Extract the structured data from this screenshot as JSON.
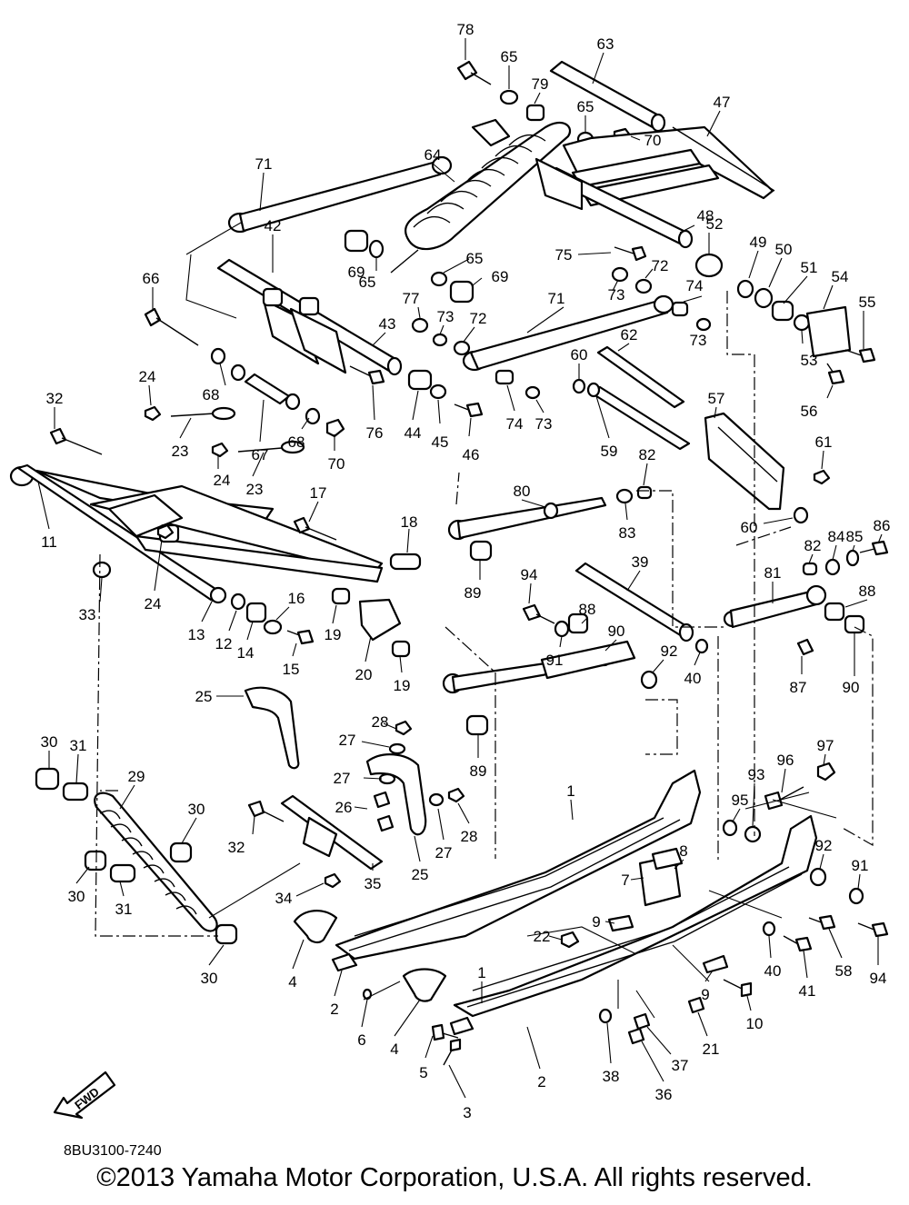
{
  "diagram": {
    "labels": [
      {
        "id": "78",
        "text": "78"
      },
      {
        "id": "65a",
        "text": "65"
      },
      {
        "id": "63",
        "text": "63"
      },
      {
        "id": "79",
        "text": "79"
      },
      {
        "id": "65b",
        "text": "65"
      },
      {
        "id": "70a",
        "text": "70"
      },
      {
        "id": "47",
        "text": "47"
      },
      {
        "id": "71a",
        "text": "71"
      },
      {
        "id": "64",
        "text": "64"
      },
      {
        "id": "48",
        "text": "48"
      },
      {
        "id": "52",
        "text": "52"
      },
      {
        "id": "42",
        "text": "42"
      },
      {
        "id": "69a",
        "text": "69"
      },
      {
        "id": "65c",
        "text": "65"
      },
      {
        "id": "75",
        "text": "75"
      },
      {
        "id": "65d",
        "text": "65"
      },
      {
        "id": "69b",
        "text": "69"
      },
      {
        "id": "72a",
        "text": "72"
      },
      {
        "id": "49",
        "text": "49"
      },
      {
        "id": "50",
        "text": "50"
      },
      {
        "id": "51",
        "text": "51"
      },
      {
        "id": "54",
        "text": "54"
      },
      {
        "id": "55",
        "text": "55"
      },
      {
        "id": "66",
        "text": "66"
      },
      {
        "id": "73a",
        "text": "73"
      },
      {
        "id": "74a",
        "text": "74"
      },
      {
        "id": "77",
        "text": "77"
      },
      {
        "id": "73b",
        "text": "73"
      },
      {
        "id": "72b",
        "text": "72"
      },
      {
        "id": "71b",
        "text": "71"
      },
      {
        "id": "43",
        "text": "43"
      },
      {
        "id": "73c",
        "text": "73"
      },
      {
        "id": "53",
        "text": "53"
      },
      {
        "id": "62",
        "text": "62"
      },
      {
        "id": "60a",
        "text": "60"
      },
      {
        "id": "68a",
        "text": "68"
      },
      {
        "id": "56",
        "text": "56"
      },
      {
        "id": "24a",
        "text": "24"
      },
      {
        "id": "76",
        "text": "76"
      },
      {
        "id": "44",
        "text": "44"
      },
      {
        "id": "45",
        "text": "45"
      },
      {
        "id": "46",
        "text": "46"
      },
      {
        "id": "74b",
        "text": "74"
      },
      {
        "id": "73d",
        "text": "73"
      },
      {
        "id": "57",
        "text": "57"
      },
      {
        "id": "32a",
        "text": "32"
      },
      {
        "id": "67",
        "text": "67"
      },
      {
        "id": "68b",
        "text": "68"
      },
      {
        "id": "70b",
        "text": "70"
      },
      {
        "id": "59",
        "text": "59"
      },
      {
        "id": "61",
        "text": "61"
      },
      {
        "id": "23a",
        "text": "23"
      },
      {
        "id": "24b",
        "text": "24"
      },
      {
        "id": "23b",
        "text": "23"
      },
      {
        "id": "82a",
        "text": "82"
      },
      {
        "id": "80",
        "text": "80"
      },
      {
        "id": "83",
        "text": "83"
      },
      {
        "id": "17",
        "text": "17"
      },
      {
        "id": "11",
        "text": "11"
      },
      {
        "id": "18",
        "text": "18"
      },
      {
        "id": "60b",
        "text": "60"
      },
      {
        "id": "85",
        "text": "85"
      },
      {
        "id": "84",
        "text": "84"
      },
      {
        "id": "86",
        "text": "86"
      },
      {
        "id": "24c",
        "text": "24"
      },
      {
        "id": "33",
        "text": "33"
      },
      {
        "id": "89a",
        "text": "89"
      },
      {
        "id": "82b",
        "text": "82"
      },
      {
        "id": "94a",
        "text": "94"
      },
      {
        "id": "39",
        "text": "39"
      },
      {
        "id": "81",
        "text": "81"
      },
      {
        "id": "88a",
        "text": "88"
      },
      {
        "id": "16",
        "text": "16"
      },
      {
        "id": "13",
        "text": "13"
      },
      {
        "id": "12",
        "text": "12"
      },
      {
        "id": "14",
        "text": "14"
      },
      {
        "id": "19a",
        "text": "19"
      },
      {
        "id": "88b",
        "text": "88"
      },
      {
        "id": "90a",
        "text": "90"
      },
      {
        "id": "15",
        "text": "15"
      },
      {
        "id": "91a",
        "text": "91"
      },
      {
        "id": "20",
        "text": "20"
      },
      {
        "id": "19b",
        "text": "19"
      },
      {
        "id": "92a",
        "text": "92"
      },
      {
        "id": "40a",
        "text": "40"
      },
      {
        "id": "87",
        "text": "87"
      },
      {
        "id": "90b",
        "text": "90"
      },
      {
        "id": "25a",
        "text": "25"
      },
      {
        "id": "28a",
        "text": "28"
      },
      {
        "id": "27a",
        "text": "27"
      },
      {
        "id": "30a",
        "text": "30"
      },
      {
        "id": "31a",
        "text": "31"
      },
      {
        "id": "29",
        "text": "29"
      },
      {
        "id": "89b",
        "text": "89"
      },
      {
        "id": "97",
        "text": "97"
      },
      {
        "id": "27b",
        "text": "27"
      },
      {
        "id": "96",
        "text": "96"
      },
      {
        "id": "93",
        "text": "93"
      },
      {
        "id": "1a",
        "text": "1"
      },
      {
        "id": "26",
        "text": "26"
      },
      {
        "id": "30b",
        "text": "30"
      },
      {
        "id": "95",
        "text": "95"
      },
      {
        "id": "28b",
        "text": "28"
      },
      {
        "id": "32b",
        "text": "32"
      },
      {
        "id": "27c",
        "text": "27"
      },
      {
        "id": "8",
        "text": "8"
      },
      {
        "id": "25b",
        "text": "25"
      },
      {
        "id": "7",
        "text": "7"
      },
      {
        "id": "92b",
        "text": "92"
      },
      {
        "id": "30c",
        "text": "30"
      },
      {
        "id": "31b",
        "text": "31"
      },
      {
        "id": "35",
        "text": "35"
      },
      {
        "id": "34",
        "text": "34"
      },
      {
        "id": "91b",
        "text": "91"
      },
      {
        "id": "9a",
        "text": "9"
      },
      {
        "id": "22",
        "text": "22"
      },
      {
        "id": "58",
        "text": "58"
      },
      {
        "id": "40b",
        "text": "40"
      },
      {
        "id": "41",
        "text": "41"
      },
      {
        "id": "94b",
        "text": "94"
      },
      {
        "id": "4a",
        "text": "4"
      },
      {
        "id": "30d",
        "text": "30"
      },
      {
        "id": "2a",
        "text": "2"
      },
      {
        "id": "9b",
        "text": "9"
      },
      {
        "id": "1b",
        "text": "1"
      },
      {
        "id": "10",
        "text": "10"
      },
      {
        "id": "6",
        "text": "6"
      },
      {
        "id": "4b",
        "text": "4"
      },
      {
        "id": "21",
        "text": "21"
      },
      {
        "id": "37",
        "text": "37"
      },
      {
        "id": "5",
        "text": "5"
      },
      {
        "id": "38",
        "text": "38"
      },
      {
        "id": "36",
        "text": "36"
      },
      {
        "id": "2b",
        "text": "2"
      },
      {
        "id": "3",
        "text": "3"
      }
    ],
    "fwd_label": "FWD",
    "reference_code": "8BU3100-7240",
    "copyright": "©2013 Yamaha Motor Corporation, U.S.A. All rights reserved."
  }
}
